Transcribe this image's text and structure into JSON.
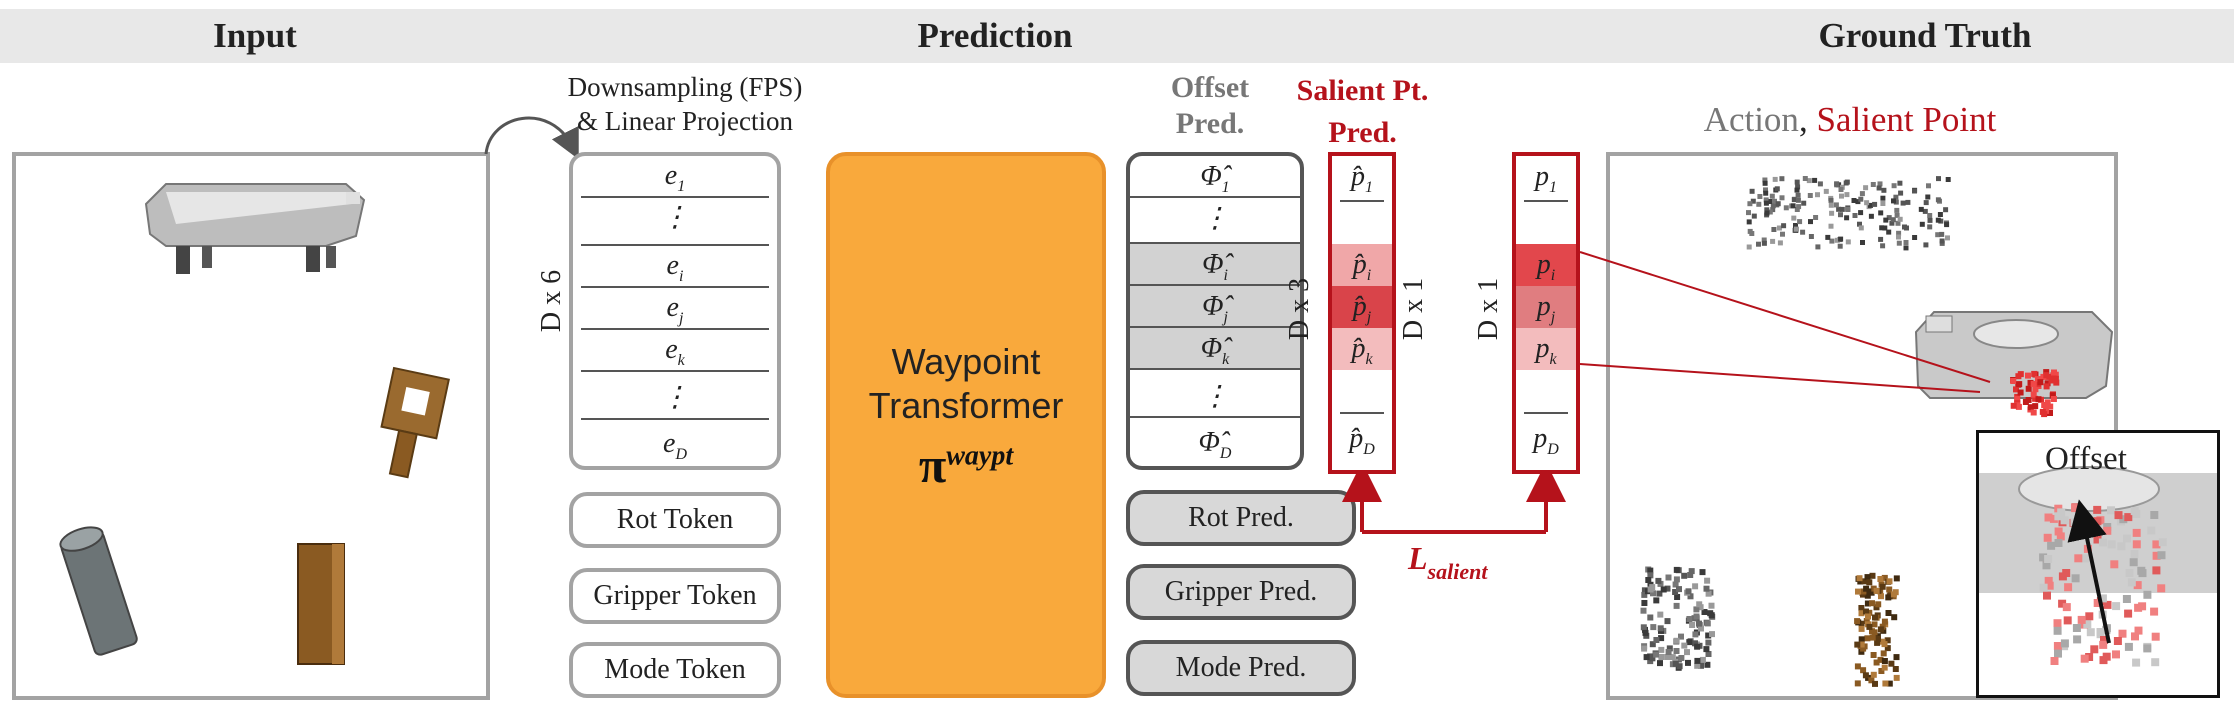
{
  "headers": {
    "input": "Input",
    "prediction": "Prediction",
    "ground_truth": "Ground Truth"
  },
  "downsampling": {
    "line1": "Downsampling (FPS)",
    "line2": "& Linear Projection",
    "dim": "D x 6"
  },
  "embed_rows": [
    {
      "base": "e",
      "sub": "1"
    },
    {
      "base": "⋮",
      "sub": ""
    },
    {
      "base": "e",
      "sub": "i"
    },
    {
      "base": "e",
      "sub": "j"
    },
    {
      "base": "e",
      "sub": "k"
    },
    {
      "base": "⋮",
      "sub": ""
    },
    {
      "base": "e",
      "sub": "D"
    }
  ],
  "tokens": {
    "rot": "Rot Token",
    "gripper": "Gripper Token",
    "mode": "Mode Token"
  },
  "transformer": {
    "line1": "Waypoint",
    "line2": "Transformer",
    "symbol": "π",
    "superscript": "waypt"
  },
  "offset_pred": {
    "line1": "Offset",
    "line2": "Pred.",
    "dim": "D x 3",
    "rows": [
      {
        "base": "Φ̂",
        "sub": "1"
      },
      {
        "base": "⋮",
        "sub": ""
      },
      {
        "base": "Φ̂",
        "sub": "i"
      },
      {
        "base": "Φ̂",
        "sub": "j"
      },
      {
        "base": "Φ̂",
        "sub": "k"
      },
      {
        "base": "⋮",
        "sub": ""
      },
      {
        "base": "Φ̂",
        "sub": "D"
      }
    ]
  },
  "salient_pred": {
    "line1": "Salient Pt.",
    "line2": "Pred.",
    "dim": "D x 1",
    "rows": [
      {
        "base": "p̂",
        "sub": "1"
      },
      {
        "base": "p̂",
        "sub": "i"
      },
      {
        "base": "p̂",
        "sub": "j"
      },
      {
        "base": "p̂",
        "sub": "k"
      },
      {
        "base": "p̂",
        "sub": "D"
      }
    ]
  },
  "salient_gt": {
    "dim": "D x 1",
    "rows": [
      {
        "base": "p",
        "sub": "1"
      },
      {
        "base": "p",
        "sub": "i"
      },
      {
        "base": "p",
        "sub": "j"
      },
      {
        "base": "p",
        "sub": "k"
      },
      {
        "base": "p",
        "sub": "D"
      }
    ]
  },
  "preds": {
    "rot": "Rot Pred.",
    "gripper": "Gripper Pred.",
    "mode": "Mode Pred."
  },
  "loss": {
    "base": "L",
    "sub": "salient"
  },
  "gt_legend": {
    "action": "Action",
    "sep": ", ",
    "salient": "Salient Point"
  },
  "offset_inset": "Offset",
  "colors": {
    "accent_red": "#b5121b",
    "orange": "#f9a93c",
    "gray_border": "#a3a3a3",
    "dark_border": "#555555"
  }
}
